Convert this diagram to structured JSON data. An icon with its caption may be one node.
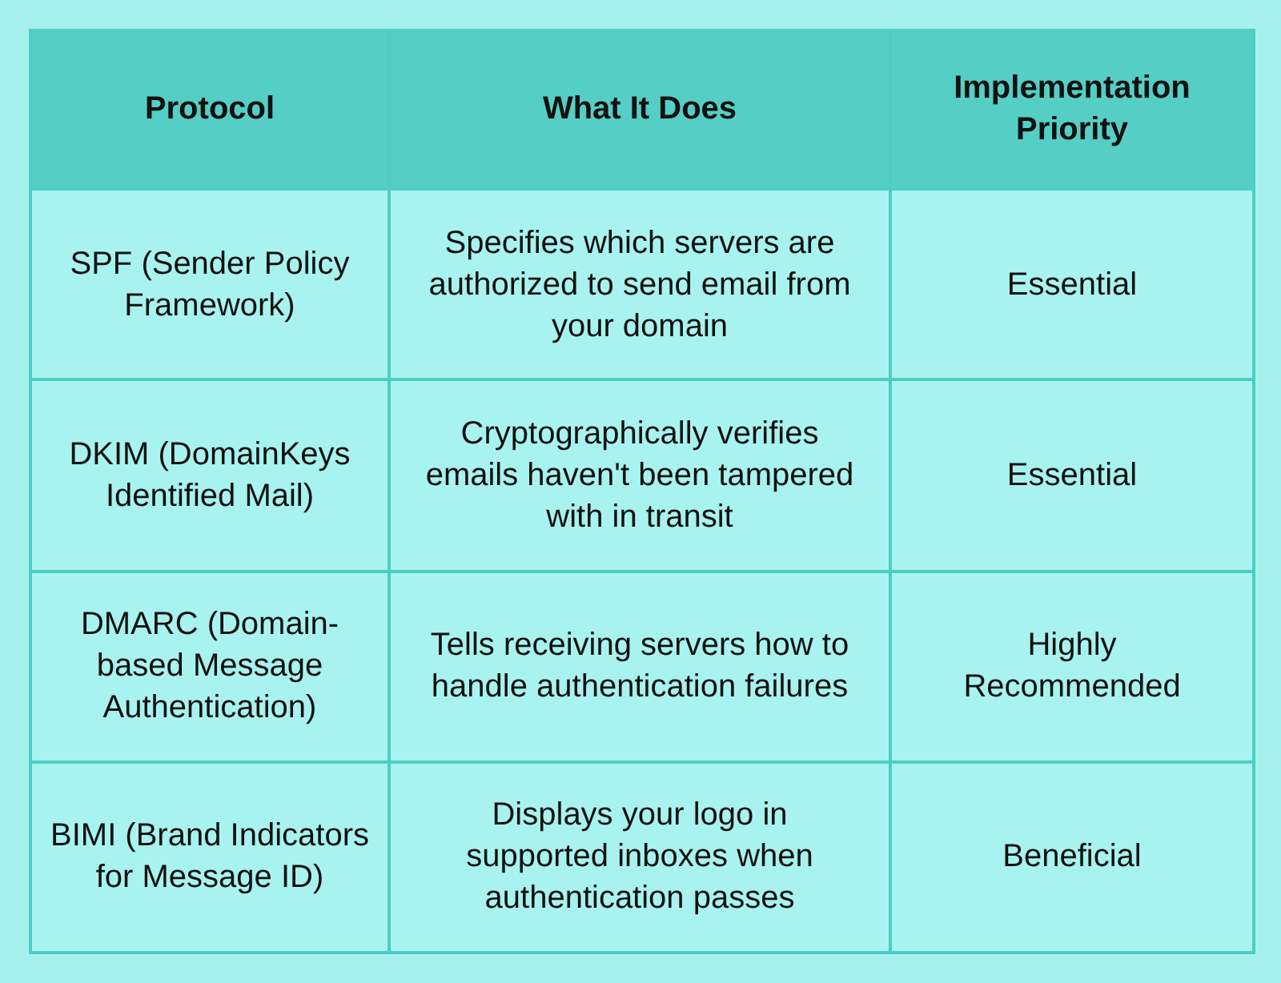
{
  "diagram": {
    "labels": [
      "Protocol",
      "What It Does",
      "Implementation Priority",
      "SPF (Sender Policy Framework)",
      "Specifies which servers are authorized to send email from your domain",
      "Essential",
      "DKIM (DomainKeys Identified Mail)",
      "Cryptographically verifies emails haven't been tampered with in transit",
      "Essential",
      "DMARC (Domain-based Message Authentication)",
      "Tells receiving servers how to handle authentication failures",
      "Highly Recommended",
      "BIMI (Brand Indicators for Message ID)",
      "Displays your logo in supported inboxes when authentication passes",
      "Beneficial"
    ]
  }
}
